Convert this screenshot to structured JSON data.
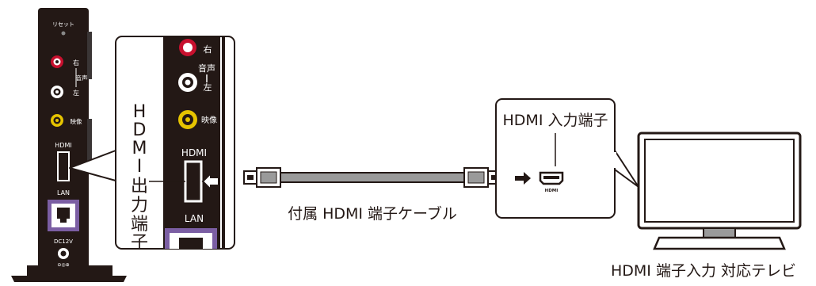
{
  "device_panel": {
    "reset_label": "リセット",
    "audio_right_label": "右",
    "audio_left_label": "左",
    "audio_label": "音声",
    "video_label": "映像",
    "hdmi_label": "HDMI",
    "lan_label": "LAN",
    "dc_label": "DC12V",
    "polarity_label": "⊖◎⊕"
  },
  "zoom_panel": {
    "hdmi_output_vertical": [
      "H",
      "D",
      "M",
      "I",
      "出",
      "力",
      "端",
      "子"
    ],
    "audio_right_label": "右",
    "audio_label": "音声",
    "audio_left_label": "左",
    "video_label": "映像",
    "hdmi_label": "HDMI",
    "lan_label": "LAN"
  },
  "cable": {
    "label": "付属 HDMI 端子ケーブル"
  },
  "tv_callout": {
    "hdmi_input_label": "HDMI 入力端子",
    "port_text": "HDMI"
  },
  "tv": {
    "caption": "HDMI 端子入力 対応テレビ"
  },
  "colors": {
    "outline": "#231815",
    "device_body": "#231815",
    "lan_frame": "#7b5ea3",
    "audio_right_ring": "#c8102e",
    "video_ring": "#e6c400",
    "cable_gray": "#9a9a9a",
    "panel_bg": "#ffffff"
  }
}
